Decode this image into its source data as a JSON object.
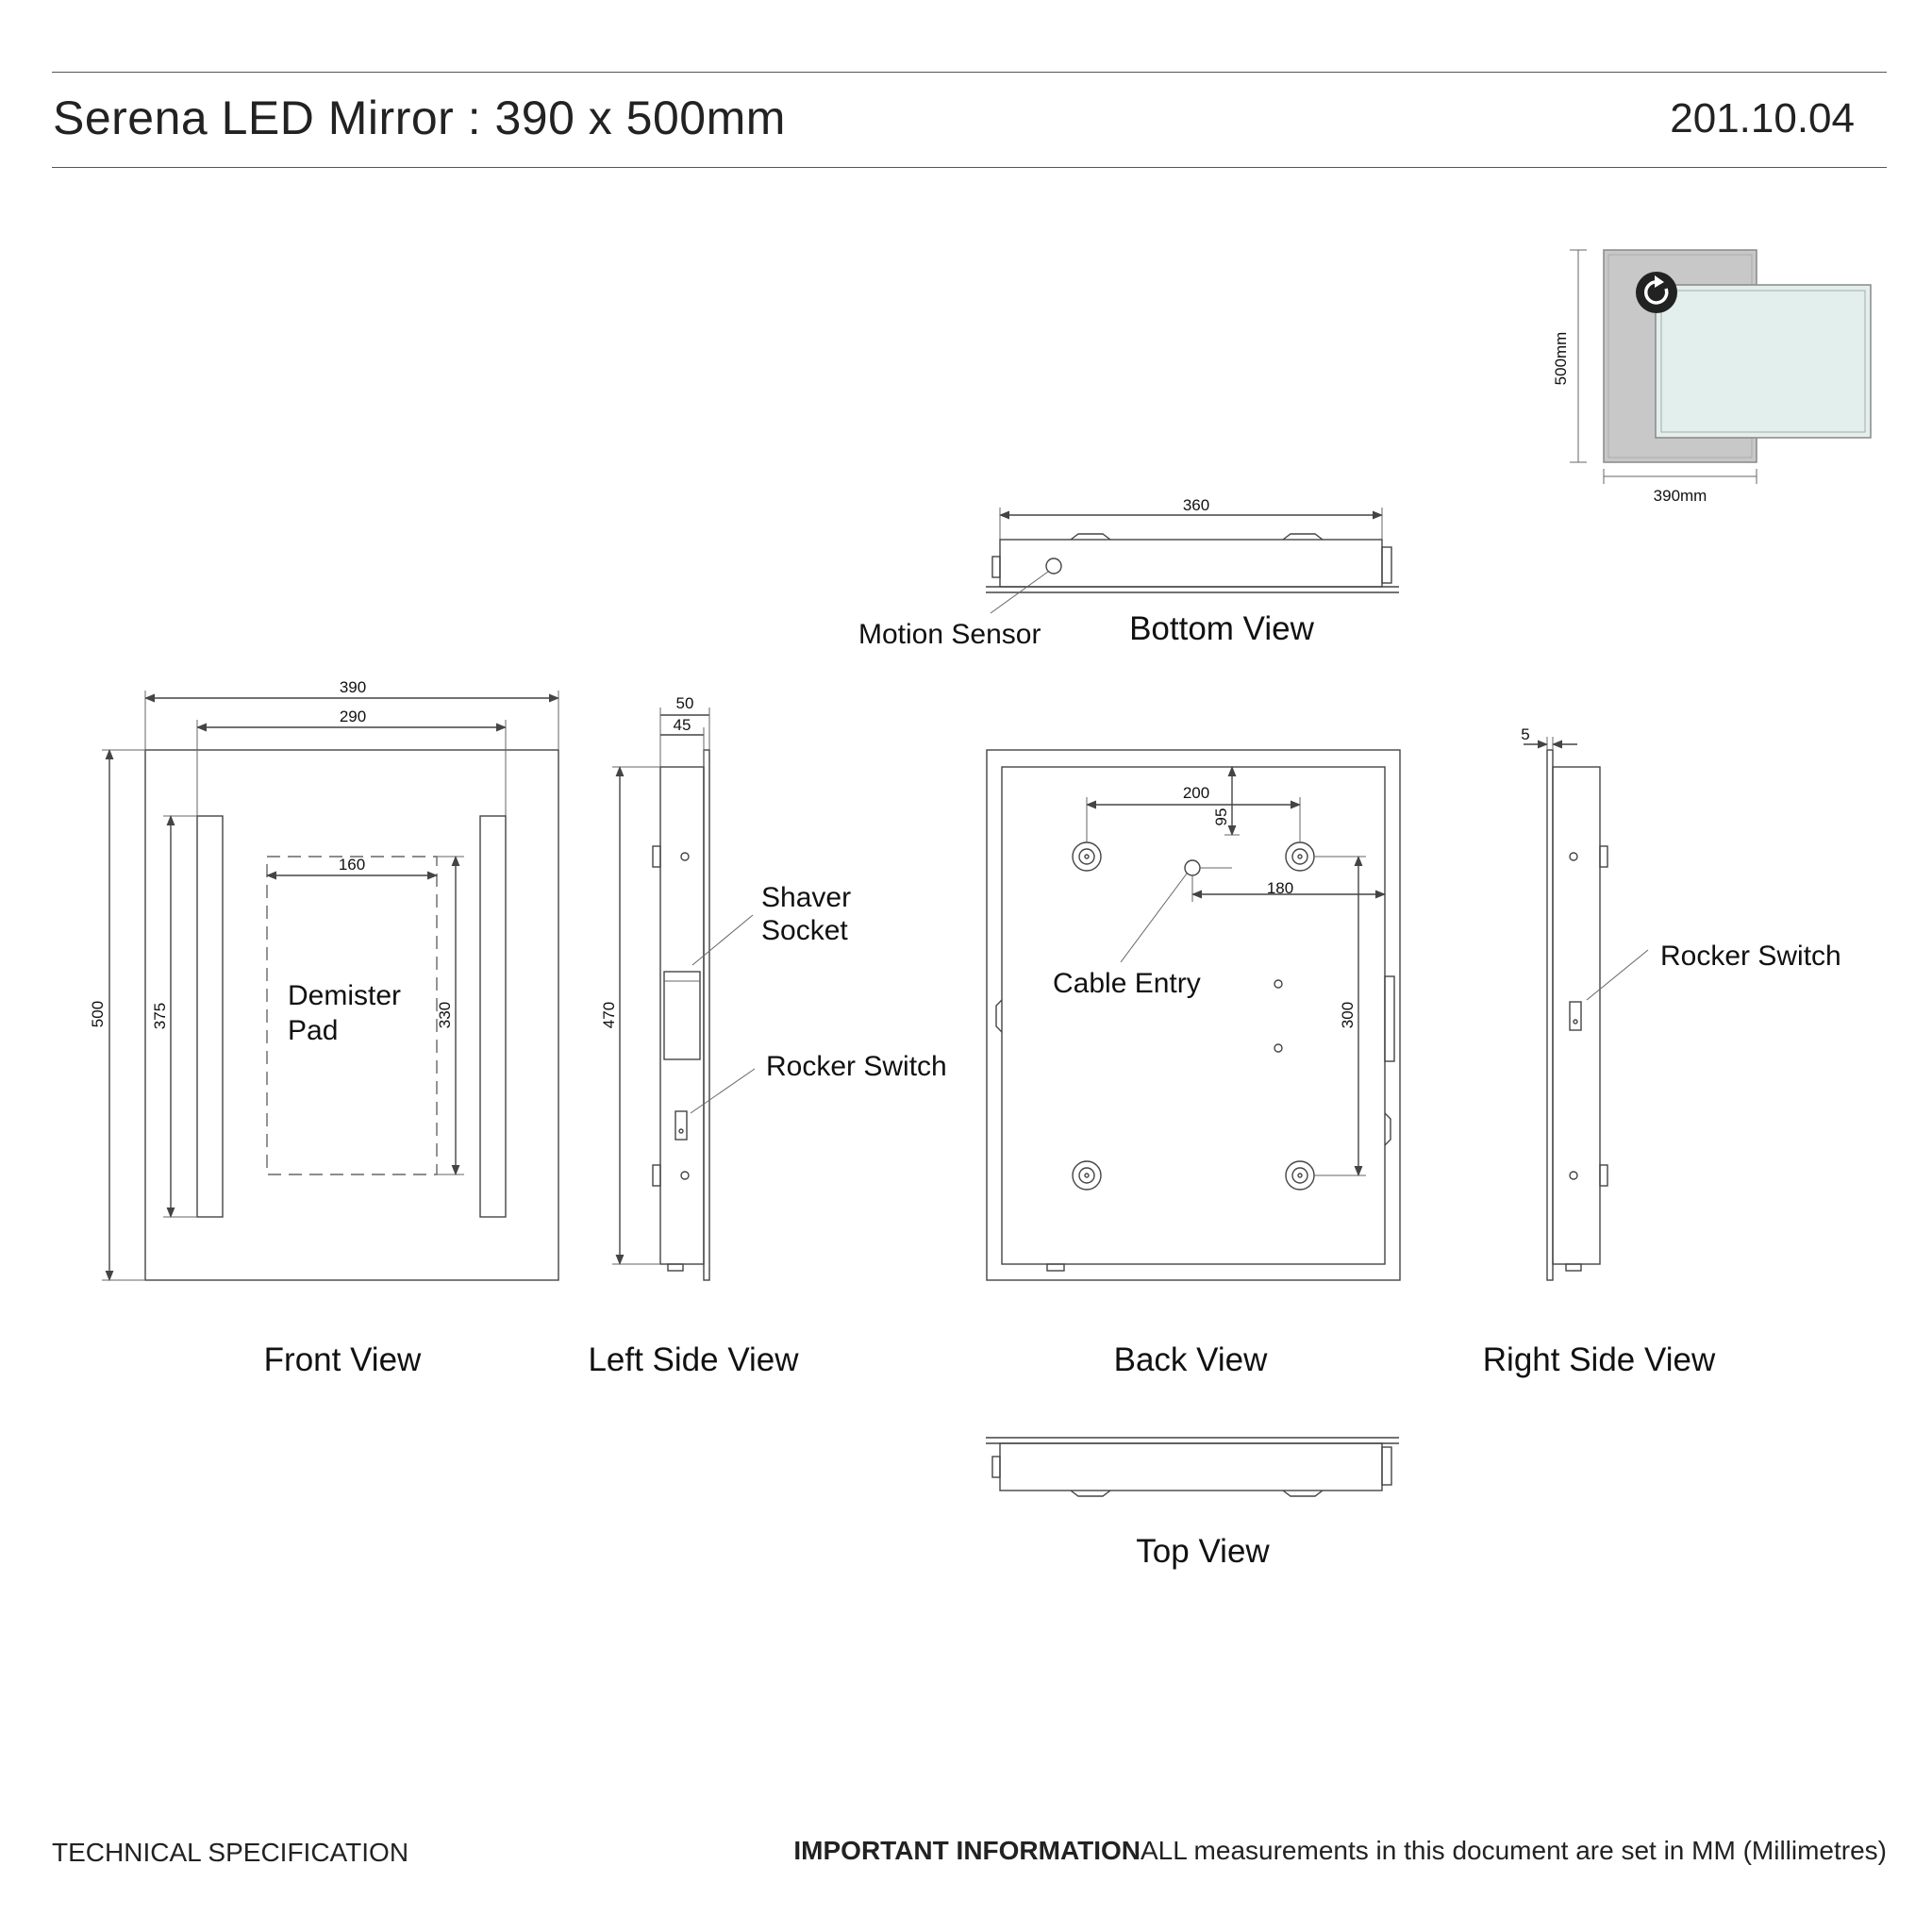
{
  "header": {
    "title": "Serena LED Mirror : 390 x 500mm",
    "date": "201.10.04"
  },
  "thumbnail": {
    "height_label": "500mm",
    "width_label": "390mm"
  },
  "front_view": {
    "label": "Front View",
    "dim_width": "390",
    "dim_strip_span": "290",
    "dim_height": "500",
    "dim_strip_height": "375",
    "dim_pad_width": "160",
    "dim_pad_height": "330",
    "pad_label_line1": "Demister",
    "pad_label_line2": "Pad"
  },
  "left_side_view": {
    "label": "Left Side View",
    "dim_depth": "50",
    "dim_body_depth": "45",
    "dim_height": "470",
    "shaver_line1": "Shaver",
    "shaver_line2": "Socket",
    "rocker": "Rocker Switch"
  },
  "back_view": {
    "label": "Back View",
    "dim_hole_span": "200",
    "dim_top_offset": "95",
    "dim_side_offset": "180",
    "dim_vertical_span": "300",
    "cable_entry": "Cable Entry"
  },
  "right_side_view": {
    "label": "Right Side View",
    "dim_glass": "5",
    "rocker": "Rocker Switch"
  },
  "bottom_view": {
    "label": "Bottom View",
    "dim_width": "360",
    "motion_sensor": "Motion Sensor"
  },
  "top_view": {
    "label": "Top View"
  },
  "footer": {
    "left": "TECHNICAL SPECIFICATION",
    "important": "IMPORTANT INFORMATION",
    "note": "ALL measurements in this document are set in MM (Millimetres)"
  },
  "colors": {
    "line": "#444444",
    "thumbnail_back": "#c8c8c8",
    "thumbnail_glass": "#e2efec"
  }
}
